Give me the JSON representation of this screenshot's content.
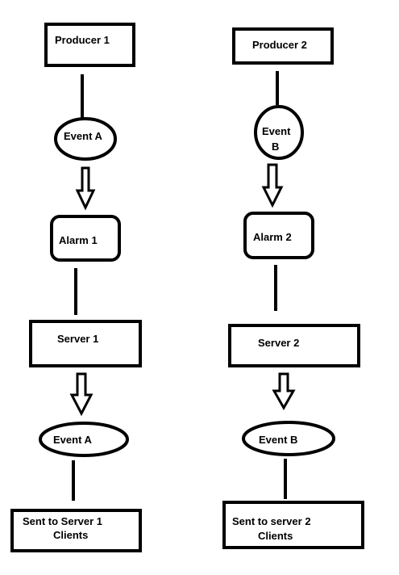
{
  "left_flow": {
    "producer": "Producer 1",
    "event": "Event A",
    "alarm": "Alarm 1",
    "server": "Server 1",
    "event_out": "Event A",
    "output_line1": "Sent to Server 1",
    "output_line2": "Clients"
  },
  "right_flow": {
    "producer": "Producer 2",
    "event_line1": "Event",
    "event_line2": "B",
    "alarm": "Alarm 2",
    "server": "Server 2",
    "event_out": "Event B",
    "output_line1": "Sent to server 2",
    "output_line2": "Clients"
  }
}
